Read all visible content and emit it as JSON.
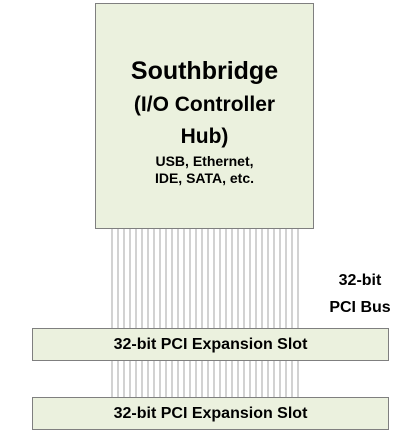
{
  "southbridge": {
    "title_line1": "Southbridge",
    "title_line2": "(I/O Controller",
    "title_line3": "Hub)",
    "interfaces_line1": "USB, Ethernet,",
    "interfaces_line2": "IDE, SATA, etc."
  },
  "bus": {
    "label_line1": "32-bit",
    "label_line2": "PCI Bus",
    "line_count": 32
  },
  "slots": [
    {
      "label": "32-bit PCI Expansion Slot"
    },
    {
      "label": "32-bit PCI Expansion Slot"
    }
  ],
  "colors": {
    "box_fill": "#ebf1de",
    "box_border": "#7f7f7f",
    "bus_line": "#a6a6a6"
  }
}
